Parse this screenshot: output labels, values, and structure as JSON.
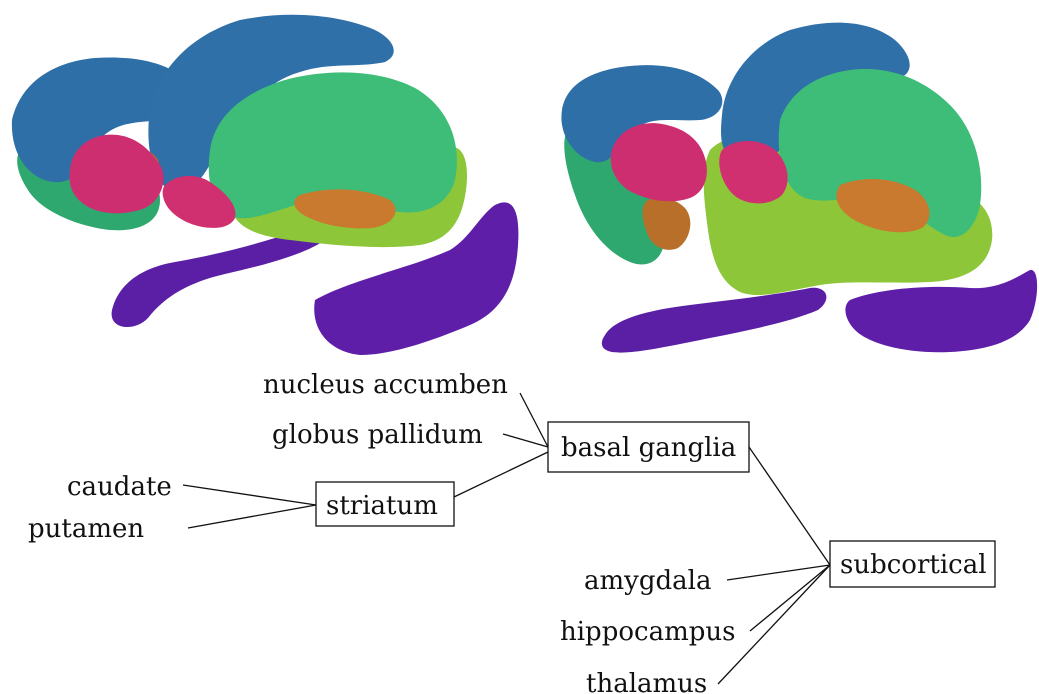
{
  "colors": {
    "caudate": "#2e6fa7",
    "putamen": "#3dbd78",
    "nucleus_accumben": "#cc2e70",
    "globus_pallidum": "#c97a2e",
    "thalamus": "#8dc639",
    "hippocampus": "#5b1fa6",
    "amygdala": "#2fa86f"
  },
  "hierarchy": {
    "groups": {
      "subcortical": "subcortical",
      "basal_ganglia": "basal ganglia",
      "striatum": "striatum"
    },
    "leaves": {
      "nucleus_accumben": "nucleus accumben",
      "globus_pallidum": "globus pallidum",
      "caudate": "caudate",
      "putamen": "putamen",
      "amygdala": "amygdala",
      "hippocampus": "hippocampus",
      "thalamus": "thalamus"
    }
  }
}
